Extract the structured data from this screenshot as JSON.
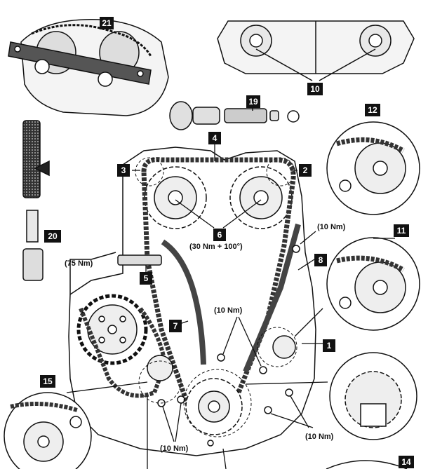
{
  "callouts": {
    "c1": "1",
    "c2": "2",
    "c3": "3",
    "c4": "4",
    "c5": "5",
    "c6": "6",
    "c7": "7",
    "c8": "8",
    "c10": "10",
    "c11": "11",
    "c12": "12",
    "c14": "14",
    "c15": "15",
    "c19": "19",
    "c20": "20",
    "c21": "21"
  },
  "torques": {
    "guide_bolt_top": "(10 Nm)",
    "camshaft_bolts": "(30 Nm + 100°)",
    "tensioner": "(75 Nm)",
    "guide_bolts_mid": "(10 Nm)",
    "lower_right_bolts": "(10 Nm)",
    "lower_left_bolts": "(10 Nm)"
  }
}
